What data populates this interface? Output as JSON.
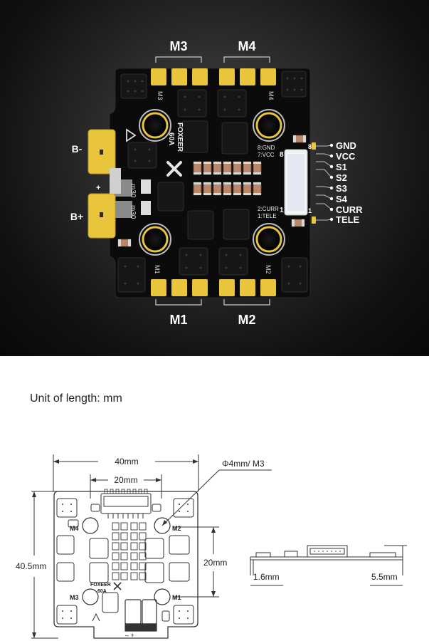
{
  "photo": {
    "motor_labels": {
      "m3": "M3",
      "m4": "M4",
      "m1": "M1",
      "m2": "M2"
    },
    "silk_motor": {
      "m3": "M3",
      "m4": "M4",
      "m1": "M1",
      "m2": "M2"
    },
    "power_labels": {
      "neg": "B-",
      "pos": "B+"
    },
    "brand": "FOXEER",
    "rating": "60A",
    "shunt": "m30",
    "pin_notes": {
      "p8": "8:GND",
      "p7": "7:VCC",
      "p2": "2:CURR",
      "p1": "1:TELE"
    },
    "pin_numbers": {
      "top": "8",
      "bottom": "1"
    },
    "pin_small_numbers": {
      "top": "8",
      "bottom": "1"
    },
    "plus": "+",
    "signal_labels": [
      "GND",
      "VCC",
      "S1",
      "S2",
      "S3",
      "S4",
      "CURR",
      "TELE"
    ]
  },
  "unit_caption": "Unit of length: mm",
  "drawing": {
    "dim_40mm": "40mm",
    "dim_20mm_top": "20mm",
    "dim_hole": "Φ4mm/ M3",
    "dim_height": "40.5mm",
    "dim_20mm_side": "20mm",
    "dim_thickness": "1.6mm",
    "dim_component": "5.5mm",
    "board_text": {
      "m4": "M4",
      "m2": "M2",
      "m3": "M3",
      "m1": "M1",
      "brand": "FOXEER",
      "rating": "60A"
    }
  },
  "colors": {
    "pcb": "#0b0b0b",
    "gold": "#e8c53a",
    "text_light": "#ffffff",
    "line": "#333333"
  }
}
